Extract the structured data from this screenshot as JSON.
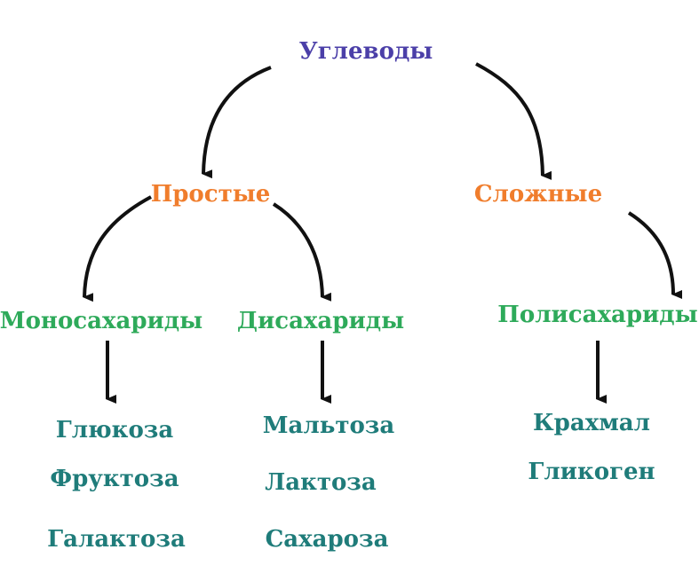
{
  "diagram": {
    "root": "Углеводы",
    "simple": "Простые",
    "complex": "Сложные",
    "mono": "Моносахариды",
    "di": "Дисахариды",
    "poly": "Полисахариды",
    "mono_items": [
      "Глюкоза",
      "Фруктоза",
      "Галактоза"
    ],
    "di_items": [
      "Мальтоза",
      "Лактоза",
      "Сахароза"
    ],
    "poly_items": [
      "Крахмал",
      "Гликоген"
    ]
  },
  "colors": {
    "root": "#4b3fa8",
    "level1": "#f07d2c",
    "level2": "#2eaa5a",
    "leaf": "#1f7c7a",
    "arrow": "#111111"
  }
}
